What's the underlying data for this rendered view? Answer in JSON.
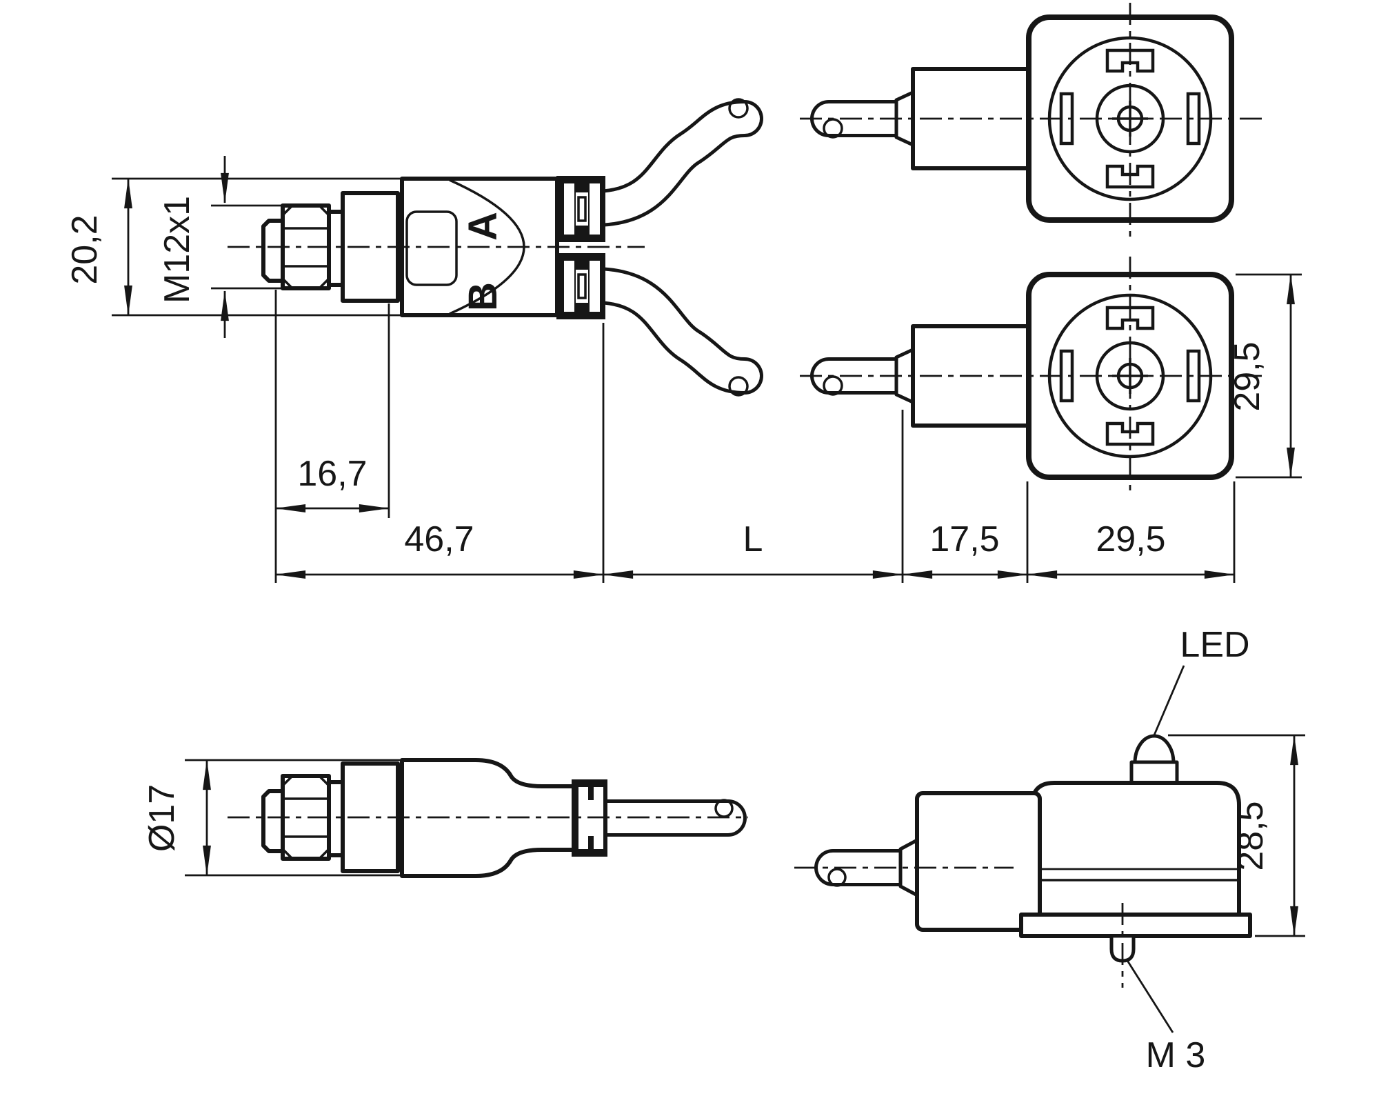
{
  "drawing": {
    "type": "technical-dimension-drawing",
    "description": "M12 Y-splitter cable with two DIN valve connectors, two orthographic views with dimensions",
    "background_color": "#ffffff",
    "line_color": "#161616",
    "top_view": {
      "port_labels": {
        "a": "A",
        "b": "B"
      },
      "dimensions": {
        "connector_height": "20,2",
        "thread": "M12x1",
        "thread_length": "16,7",
        "splitter_length": "46,7",
        "cable_length": "L",
        "gland_length": "17,5",
        "socket_width": "29,5",
        "socket_height": "29,5"
      }
    },
    "bottom_view": {
      "dimensions": {
        "connector_diameter": "Ø17",
        "socket_side_height": "28,5"
      },
      "callouts": {
        "led": "LED",
        "screw": "M 3"
      }
    }
  }
}
